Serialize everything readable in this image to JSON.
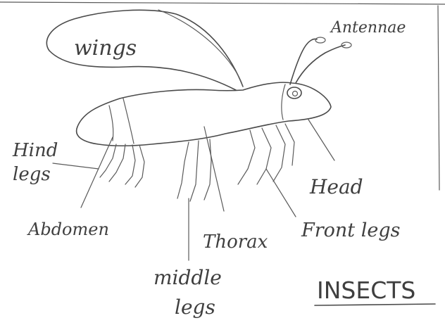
{
  "labels": {
    "wings": "wings",
    "antennae": "Antennae",
    "hind_legs_line1": "Hind",
    "hind_legs_line2": "legs",
    "head": "Head",
    "abdomen": "Abdomen",
    "thorax": "Thorax",
    "front_legs": "Front legs",
    "middle_legs_line1": "middle",
    "middle_legs_line2": "legs",
    "title": "INSECTS"
  },
  "ink_color": "#4a4a4a"
}
